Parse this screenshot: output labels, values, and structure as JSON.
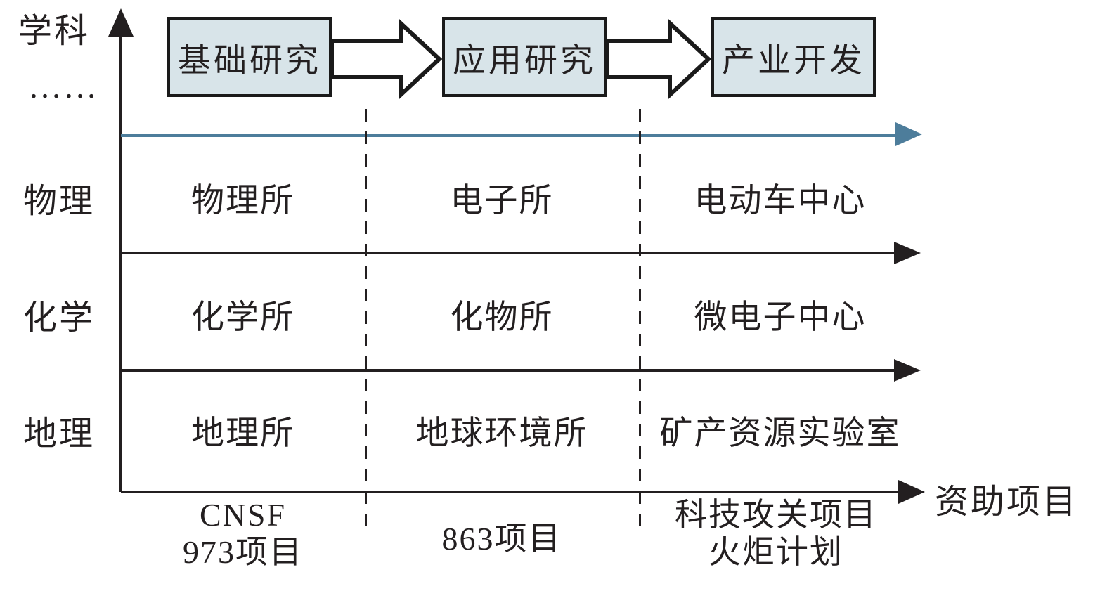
{
  "figure": {
    "y_axis": {
      "label": "学科",
      "ellipsis": "……"
    },
    "x_axis": {
      "label": "资助项目"
    },
    "stages": [
      "基础研究",
      "应用研究",
      "产业开发"
    ],
    "rows": [
      {
        "label": "物理",
        "cells": [
          "物理所",
          "电子所",
          "电动车中心"
        ]
      },
      {
        "label": "化学",
        "cells": [
          "化学所",
          "化物所",
          "微电子中心"
        ]
      },
      {
        "label": "地理",
        "cells": [
          "地理所",
          "地球环境所",
          "矿产资源实验室"
        ]
      }
    ],
    "funding_programs": [
      [
        "CNSF",
        "973项目"
      ],
      [
        "863项目"
      ],
      [
        "科技攻关项目",
        "火炬计划"
      ]
    ],
    "colors": {
      "stage_box_fill": "#d8e4e9",
      "stage_box_border": "#1a1a1a",
      "line_black": "#231f20",
      "line_blue": "#4d7d9b",
      "background": "#ffffff"
    }
  }
}
